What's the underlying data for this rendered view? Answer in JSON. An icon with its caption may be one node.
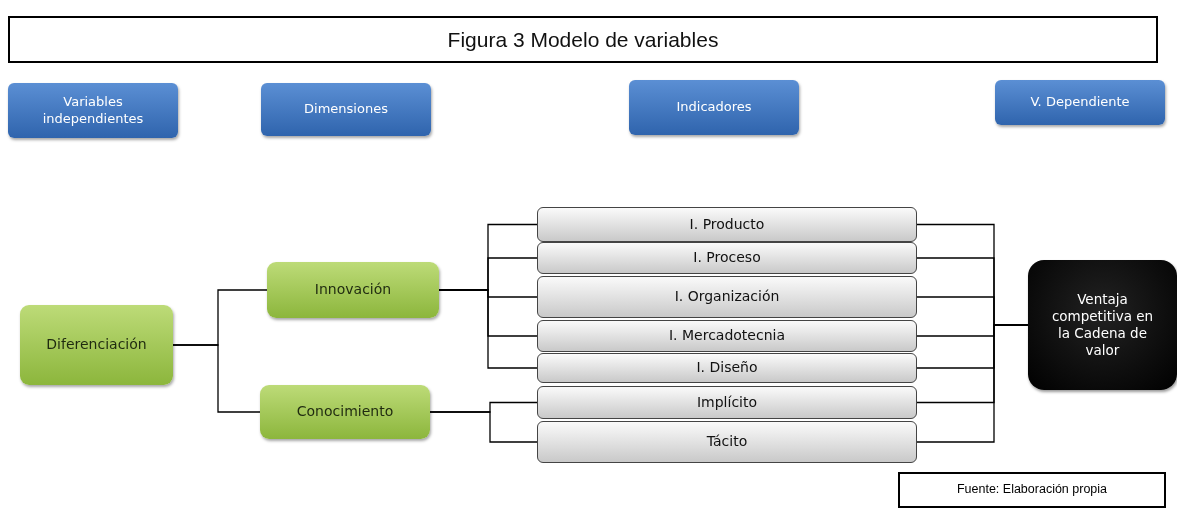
{
  "diagram": {
    "title": "Figura 3 Modelo de variables",
    "nodes": [
      {
        "text": [
          "Variables independientes"
        ]
      },
      {
        "text": [
          "Dimensiones"
        ]
      },
      {
        "text": [
          "Indicadores"
        ]
      },
      {
        "text": [
          "V. Dependiente"
        ]
      },
      {
        "text": [
          "Diferenciación"
        ]
      },
      {
        "text": [
          "Innovación"
        ]
      },
      {
        "text": [
          "Conocimiento"
        ]
      },
      {
        "text": [
          "I. Producto"
        ]
      },
      {
        "text": [
          "I. Proceso"
        ]
      },
      {
        "text": [
          "I. Organización"
        ]
      },
      {
        "text": [
          "I. Mercadotecnia"
        ]
      },
      {
        "text": [
          "I. Diseño"
        ]
      },
      {
        "text": [
          "Implícito"
        ]
      },
      {
        "text": [
          "Tácito"
        ]
      },
      {
        "text": [
          "Ventaja competitiva en  la Cadena de valor"
        ]
      },
      {
        "text": [
          "Fuente: Elaboración propia"
        ]
      }
    ],
    "edges": [
      {
        "from": 4,
        "to": 5,
        "arrow": "none"
      },
      {
        "from": 4,
        "to": 6,
        "arrow": "none"
      },
      {
        "from": 5,
        "to": 7,
        "arrow": "none"
      },
      {
        "from": 5,
        "to": 8,
        "arrow": "none"
      },
      {
        "from": 5,
        "to": 9,
        "arrow": "none"
      },
      {
        "from": 5,
        "to": 10,
        "arrow": "none"
      },
      {
        "from": 5,
        "to": 11,
        "arrow": "none"
      },
      {
        "from": 6,
        "to": 12,
        "arrow": "none"
      },
      {
        "from": 6,
        "to": 13,
        "arrow": "none"
      },
      {
        "from": 7,
        "to": 14,
        "arrow": "none"
      },
      {
        "from": 8,
        "to": 14,
        "arrow": "none"
      },
      {
        "from": 9,
        "to": 14,
        "arrow": "none"
      },
      {
        "from": 10,
        "to": 14,
        "arrow": "none"
      },
      {
        "from": 11,
        "to": 14,
        "arrow": "none"
      },
      {
        "from": 12,
        "to": 14,
        "arrow": "none"
      },
      {
        "from": 13,
        "to": 14,
        "arrow": "none"
      }
    ]
  }
}
